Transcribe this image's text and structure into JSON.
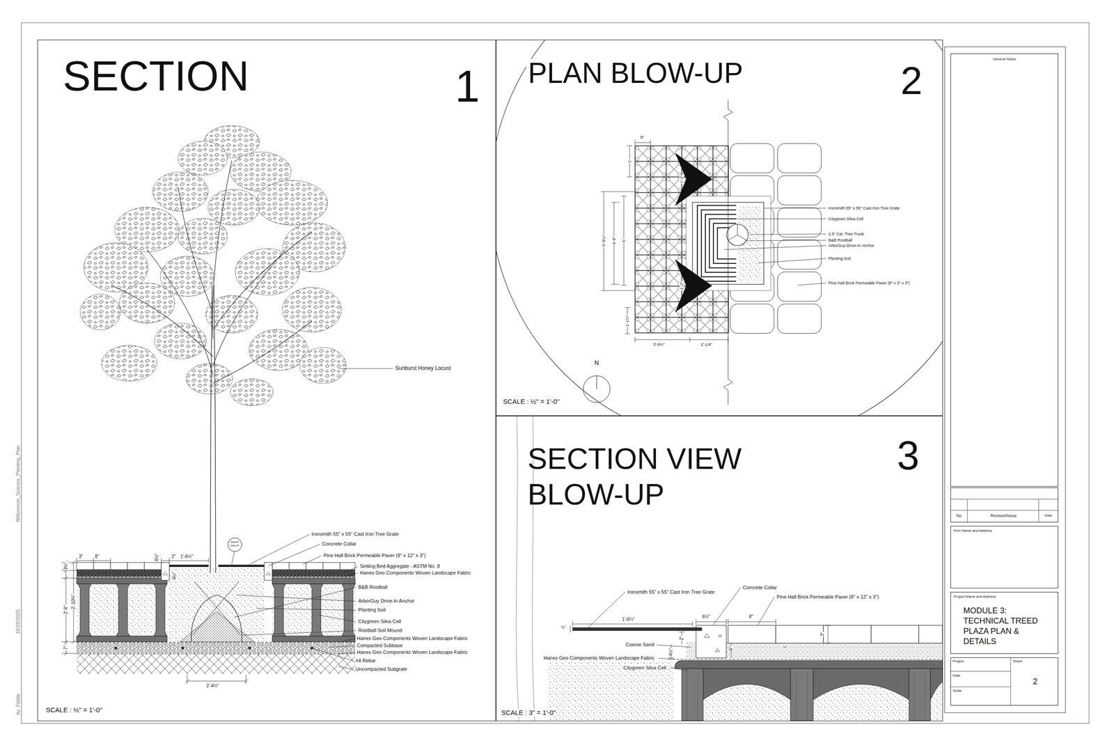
{
  "diagram": {
    "nodes": [
      {
        "text": [
          "SECTION",
          "1"
        ]
      },
      {
        "text": [
          "PLAN BLOW-UP",
          "2"
        ]
      },
      {
        "text": [
          "SECTION VIEW BLOW-UP",
          "3"
        ]
      },
      {
        "text": [
          "General Notes"
        ]
      },
      {
        "text": [
          "No.",
          "Revision/Issue",
          "Date"
        ]
      },
      {
        "text": [
          "Firm Name and Address"
        ]
      },
      {
        "text": [
          "Project Name and Address",
          "MODULE 3: TECHNICAL TREED PLAZA PLAN & DETAILS"
        ]
      },
      {
        "text": [
          "Project",
          "Sheet",
          "Date",
          "Scale",
          "2"
        ]
      },
      {
        "text": [
          "Detail #?",
          "Sheet #?"
        ],
        "in": 0
      }
    ],
    "labels": [
      "Sunburst Honey Locust",
      "Ironsmith 55\" x 55\" Cast Iron Tree Grate",
      "Concrete Collar",
      "Pine Hall Brick Permeable Paver (8\" x 12\" x 3\")",
      "Setting Bed Aggregate - ASTM No. 8",
      "Hanes Geo Components Woven Landscape Fabric",
      "B&B Rootball",
      "ArborGuy Drive-In Anchor",
      "Planting Soil",
      "Citygreen Silva Cell",
      "Rootball Soil Mound",
      "Hanes Geo Components Woven Landscape Fabric",
      "Compacted Subbase",
      "Hanes Geo Components Woven Landscape Fabric",
      "#4 Rebar",
      "Uncompacted Subgrate",
      "3½\"",
      "3\"",
      "8\"",
      "6½\"",
      "2\"",
      "1'-6½\"",
      "4½\"",
      "2'-8\"",
      "2'-10¼\"",
      "7\"",
      "2'-4½\"",
      "SCALE : ½\" = 1'-0\"",
      "Ironsmith 55\" x 55\" Cast Iron Tree Grate",
      "Citygreen Silva Cell",
      "2.5\" Cal. Tree Trunk",
      "B&B Rootball",
      "ArborGuy Drive-In Anchor",
      "Planting Soil",
      "Pine Hall Brick Permeable Paver (8\" x 3\" x 3\")",
      "8\"",
      "1'",
      "5'-8¼\"",
      "4'-8\"",
      "5'",
      "1'-1½\"",
      "3'-9½\"",
      "2'-1/4\"",
      "1'-2\"",
      "1'-2\"",
      "N",
      "SCALE : ½\" = 1'-0\"",
      "Ironsmith 55\" x 55\" Cast Iron Tree Grate",
      "Concrete Collar",
      "Pine Hall Brick Permeable Paver (8\" x 12\" x 3\")",
      "1'-6¼\"",
      "6½\"",
      "8\"",
      "3\"",
      "¾\"",
      "2\"",
      "4½\"",
      "6\"",
      "¼\"",
      "Coarse Sand",
      "Hanes Geo Components Woven Landscape Fabric",
      "Citygreen Silva Cell",
      "SCALE : 3\" = 1'-0\"",
      "Millennium_Science_Planting_Plan",
      "10/29/2025",
      "by: Fiddle"
    ]
  }
}
